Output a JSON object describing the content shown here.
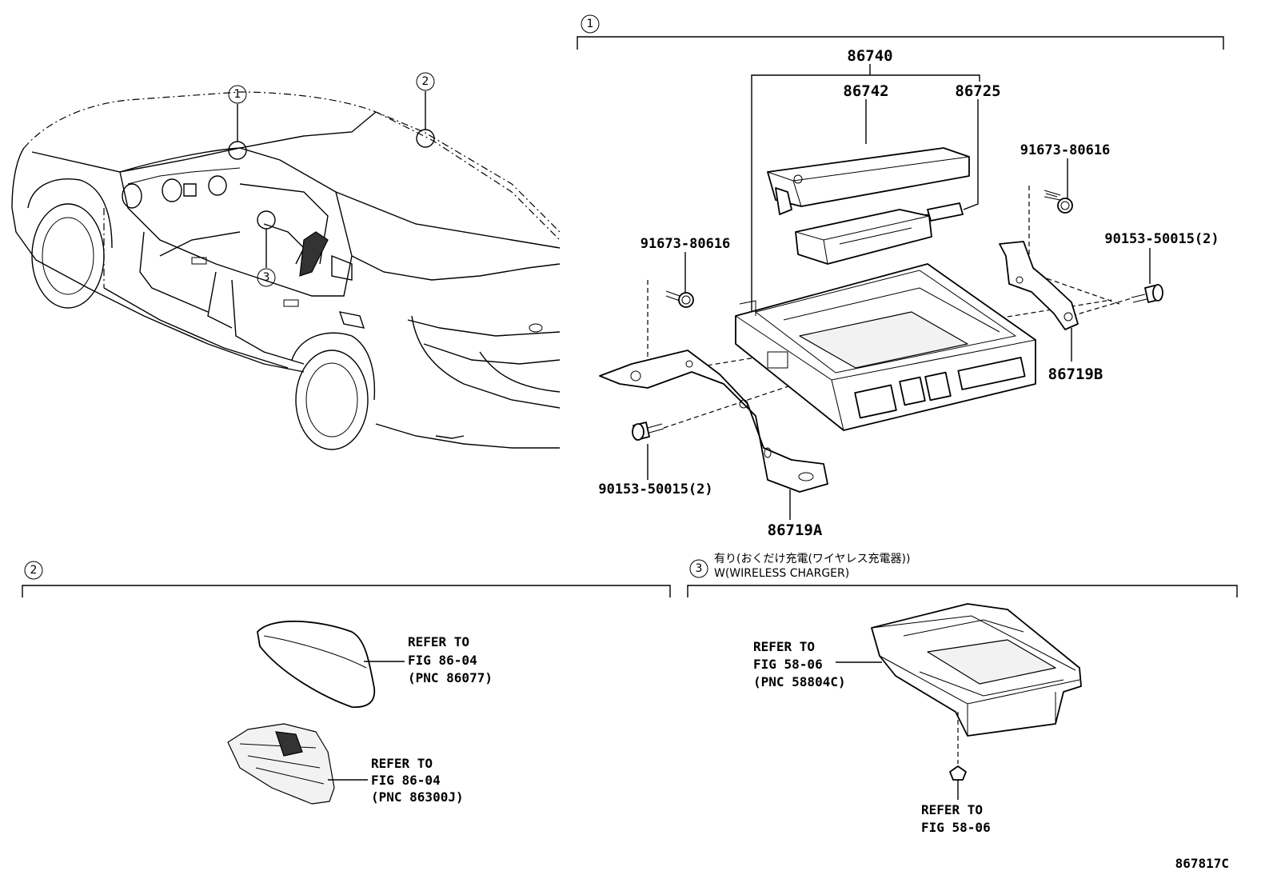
{
  "callouts": {
    "c1": "1",
    "c2": "2",
    "c3": "3"
  },
  "section1": {
    "marker": "1",
    "parts": {
      "p86740": "86740",
      "p86742": "86742",
      "p86725": "86725",
      "p91673_right": "91673-80616",
      "p91673_left": "91673-80616",
      "p90153_right": "90153-50015(2)",
      "p90153_left": "90153-50015(2)",
      "p86719B": "86719B",
      "p86719A": "86719A"
    }
  },
  "section2": {
    "marker": "2",
    "ref_top": {
      "line1": "REFER TO",
      "line2": "FIG 86-04",
      "line3": "(PNC 86077)"
    },
    "ref_bottom": {
      "line1": "REFER TO",
      "line2": "FIG 86-04",
      "line3": "(PNC 86300J)"
    }
  },
  "section3": {
    "marker": "3",
    "title_jp": "有り(おくだけ充電(ワイヤレス充電器))",
    "title_en": "W(WIRELESS CHARGER)",
    "ref_left": {
      "line1": "REFER TO",
      "line2": "FIG 58-06",
      "line3": "(PNC 58804C)"
    },
    "ref_bottom": {
      "line1": "REFER TO",
      "line2": "FIG 58-06"
    }
  },
  "figure_id": "867817C"
}
